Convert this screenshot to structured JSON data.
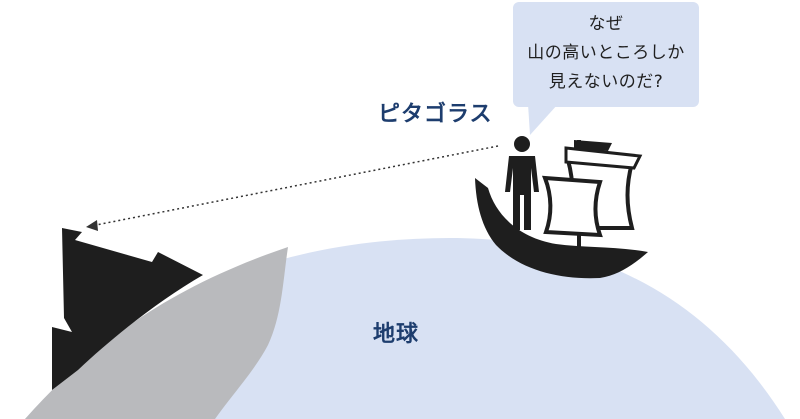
{
  "speech_bubble": {
    "lines": [
      "なぜ",
      "山の高いところしか",
      "見えないのだ?"
    ]
  },
  "person_label": "ピタゴラス",
  "earth_label": "地球",
  "colors": {
    "earth_fill": "#d8e1f3",
    "mountain_slope": "#b9babd",
    "silhouette": "#1e1e1e",
    "bubble_fill": "#d8e1f3",
    "label_text": "#1d3d6e"
  },
  "icons": [
    "earth",
    "mountain",
    "ship",
    "person",
    "sight-line-arrow",
    "speech-bubble"
  ]
}
